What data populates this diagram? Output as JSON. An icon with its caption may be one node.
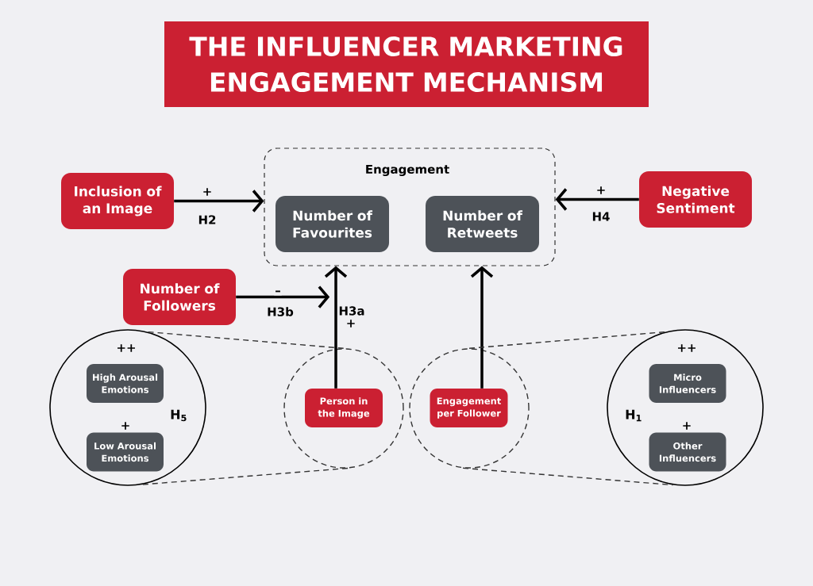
{
  "diagram": {
    "title": "THE INFLUENCER MARKETING ENGAGEMENT MECHANISM",
    "nodes": [
      {
        "text": [
          "Engagement"
        ]
      },
      {
        "text": [
          "Number of Favourites"
        ],
        "in": 0
      },
      {
        "text": [
          "Number of Retweets"
        ],
        "in": 0
      },
      {
        "text": [
          "Inclusion of an Image"
        ]
      },
      {
        "text": [
          "Negative Sentiment"
        ]
      },
      {
        "text": [
          "Number of Followers"
        ]
      },
      {
        "text": [
          "++",
          "+",
          "H$_{5}$"
        ]
      },
      {
        "text": [
          "High Arousal Emotions"
        ],
        "in": 6
      },
      {
        "text": [
          "Low Arousal Emotions"
        ],
        "in": 6
      },
      {
        "text": [],
        "shape": "circle"
      },
      {
        "text": [
          "Person in the Image"
        ],
        "in": 9
      },
      {
        "text": [],
        "shape": "circle"
      },
      {
        "text": [
          "Engagement per Follower"
        ],
        "in": 11
      },
      {
        "text": [
          "++",
          "+",
          "H$_{1}$"
        ]
      },
      {
        "text": [
          "Micro Influencers"
        ],
        "in": 13
      },
      {
        "text": [
          "Other Influencers"
        ],
        "in": 13
      }
    ],
    "edges": [
      {
        "from": 3,
        "to": 0,
        "arrow": "to",
        "label": "H2"
      },
      {
        "from": 4,
        "to": 0,
        "arrow": "to",
        "label": "H4"
      },
      {
        "from": 5,
        "to": null,
        "arrow": "to",
        "label": "H3b"
      },
      {
        "from": 10,
        "to": 0,
        "arrow": "to",
        "label": "H3a"
      },
      {
        "from": 12,
        "to": 0,
        "arrow": "to"
      },
      {
        "from": 6,
        "to": 9,
        "arrow": "none",
        "style": "dashed"
      },
      {
        "from": 6,
        "to": 9,
        "arrow": "none",
        "style": "dashed"
      },
      {
        "from": 11,
        "to": 13,
        "arrow": "none",
        "style": "dashed"
      },
      {
        "from": 11,
        "to": 13,
        "arrow": "none",
        "style": "dashed"
      }
    ],
    "labels": [
      "+",
      "+",
      "–",
      "+"
    ]
  }
}
